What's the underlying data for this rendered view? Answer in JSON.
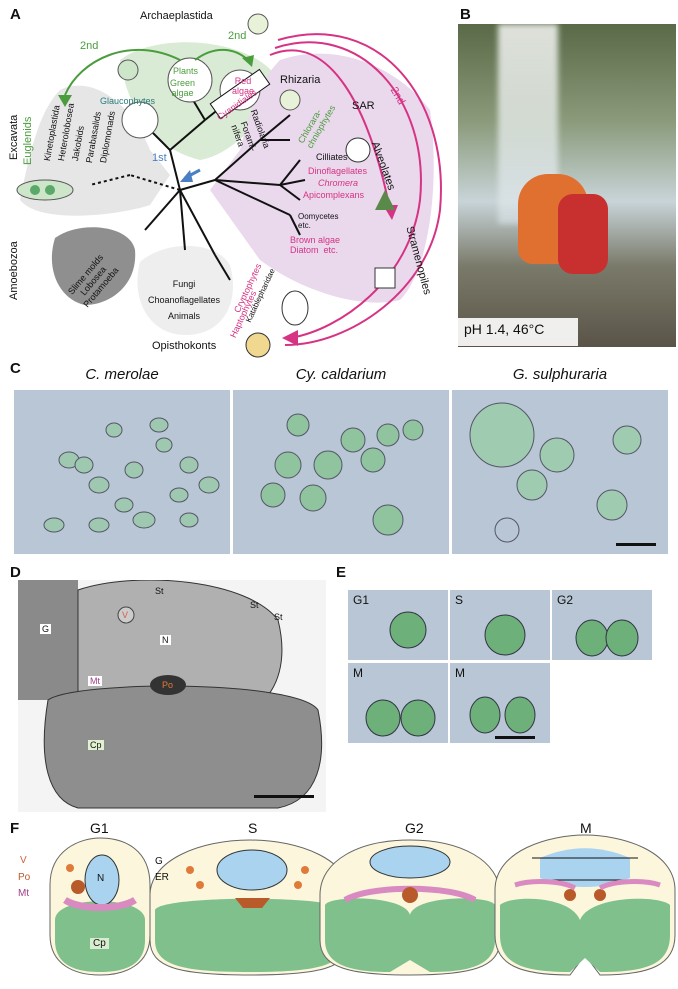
{
  "panels": {
    "a": "A",
    "b": "B",
    "c": "C",
    "d": "D",
    "e": "E",
    "f": "F"
  },
  "tree": {
    "archaeplastida": "Archaeplastida",
    "excavata": "Excavata",
    "amoebozoa": "Amoebozoa",
    "opisthokonts": "Opisthokonts",
    "rhizaria": "Rhizaria",
    "sar": "SAR",
    "alveolates": "Alveolates",
    "stramenopiles": "Stramenopiles",
    "second_left": "2nd",
    "second_mid": "2nd",
    "second_right": "2nd",
    "first": "1st",
    "plants": "Plants",
    "green_algae": "Green\nalgae",
    "red_algae": "Red\nalgae",
    "cyanidiales": "Cyanidiales",
    "glaucophytes": "Glaucophytes",
    "euglenids": "Euglenids",
    "excavata_taxa": [
      "Kinetoplastida",
      "Heterolobosea",
      "Jakobids",
      "Parabasalids",
      "Diplomonads"
    ],
    "chlorarachniophytes": "Chlorara-\nchniophytes",
    "radiolaria": "Radiolaria",
    "foraminifera": "Forami-\nnifera",
    "cilliates": "Cilliates",
    "dinoflagellates": "Dinoflagellates",
    "chromera": "Chromera",
    "apicomplexans": "Apicomplexans",
    "oomycetes": "Oomycetes\netc.",
    "brown_algae": "Brown algae\nDiatom  etc.",
    "cryptophytes": "Cryptophytes",
    "katablepharidae": "Katablepharidae",
    "haptophytes": "Haptophytes",
    "amoebozoa_taxa": "Slime molds\nLobosea\nProtamoeba",
    "opisthokont_taxa": "Fungi\nChoanoflagellates\nAnimals"
  },
  "photo_b": {
    "caption": "pH 1.4, 46°C"
  },
  "panel_c": {
    "titles": [
      "C. merolae",
      "Cy. caldarium",
      "G. sulphuraria"
    ]
  },
  "panel_d": {
    "labels": {
      "st1": "St",
      "st2": "St",
      "st3": "St",
      "v": "V",
      "g": "G",
      "n": "N",
      "mt": "Mt",
      "po": "Po",
      "cp": "Cp"
    }
  },
  "panel_e": {
    "stages": [
      "G1",
      "S",
      "G2",
      "M",
      "M"
    ]
  },
  "panel_f": {
    "stages": [
      "G1",
      "S",
      "G2",
      "M"
    ],
    "legend": {
      "v": "V",
      "po": "Po",
      "mt": "Mt",
      "n": "N",
      "cp": "Cp",
      "g": "G",
      "er": "ER"
    }
  },
  "colors": {
    "green": "#4a9d3c",
    "magenta": "#d63384",
    "blue": "#4a7fc4",
    "purple_bg": "#ead8ec",
    "green_bg": "#d9ead5",
    "gray": "#8f8f8f",
    "chloroplast": "#7fc08c",
    "nucleus": "#a9d3ee",
    "mito": "#d98ac0",
    "vesicle": "#e07a3a",
    "cytoplasm": "#fbf6dc"
  }
}
